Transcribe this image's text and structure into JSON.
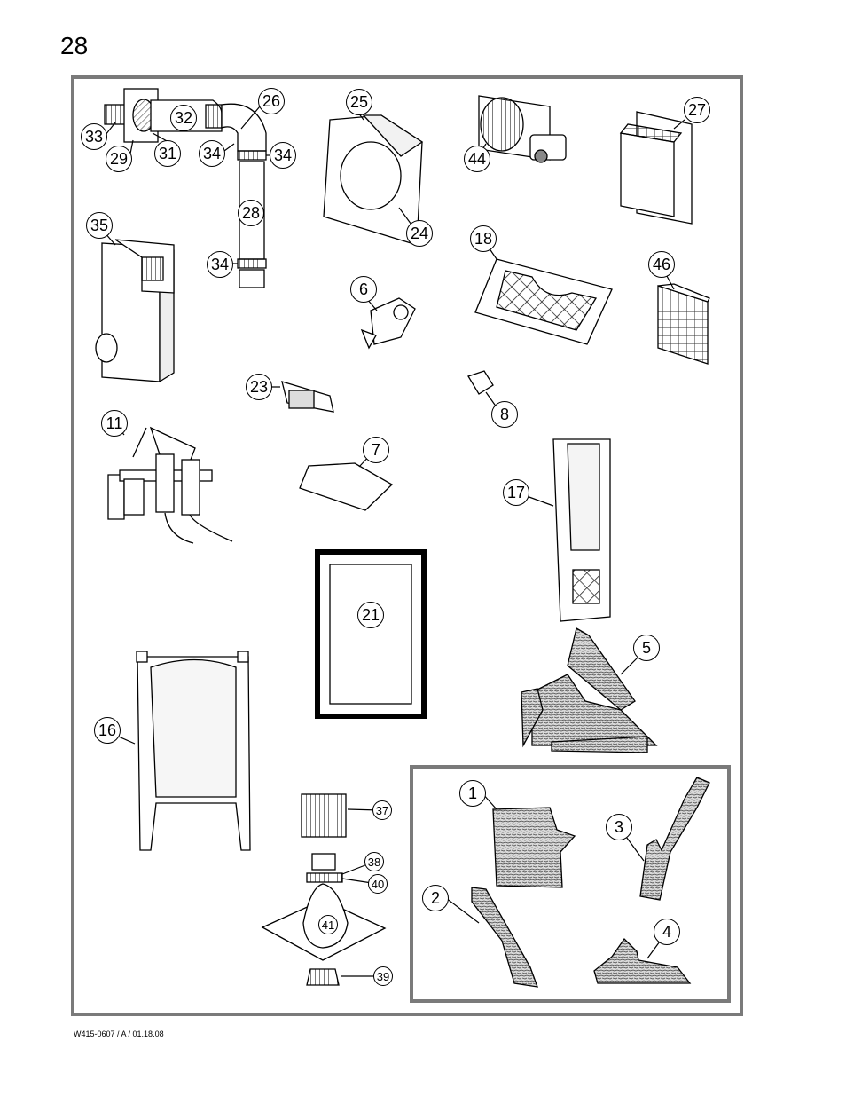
{
  "page_number": "28",
  "footer_code": "W415-0607 / A / 01.18.08",
  "callouts": [
    {
      "id": "c26",
      "label": "26"
    },
    {
      "id": "c32",
      "label": "32"
    },
    {
      "id": "c33",
      "label": "33"
    },
    {
      "id": "c29",
      "label": "29"
    },
    {
      "id": "c31",
      "label": "31"
    },
    {
      "id": "c34a",
      "label": "34"
    },
    {
      "id": "c34b",
      "label": "34"
    },
    {
      "id": "c28",
      "label": "28"
    },
    {
      "id": "c34c",
      "label": "34"
    },
    {
      "id": "c25",
      "label": "25"
    },
    {
      "id": "c24",
      "label": "24"
    },
    {
      "id": "c44",
      "label": "44"
    },
    {
      "id": "c27",
      "label": "27"
    },
    {
      "id": "c35",
      "label": "35"
    },
    {
      "id": "c6",
      "label": "6"
    },
    {
      "id": "c18",
      "label": "18"
    },
    {
      "id": "c46",
      "label": "46"
    },
    {
      "id": "c23",
      "label": "23"
    },
    {
      "id": "c8",
      "label": "8"
    },
    {
      "id": "c11",
      "label": "11"
    },
    {
      "id": "c7",
      "label": "7"
    },
    {
      "id": "c17",
      "label": "17"
    },
    {
      "id": "c21",
      "label": "21"
    },
    {
      "id": "c5",
      "label": "5"
    },
    {
      "id": "c16",
      "label": "16"
    },
    {
      "id": "c37",
      "label": "37"
    },
    {
      "id": "c38",
      "label": "38"
    },
    {
      "id": "c40",
      "label": "40"
    },
    {
      "id": "c41",
      "label": "41"
    },
    {
      "id": "c39",
      "label": "39"
    },
    {
      "id": "c1",
      "label": "1"
    },
    {
      "id": "c3",
      "label": "3"
    },
    {
      "id": "c2",
      "label": "2"
    },
    {
      "id": "c4",
      "label": "4"
    }
  ]
}
